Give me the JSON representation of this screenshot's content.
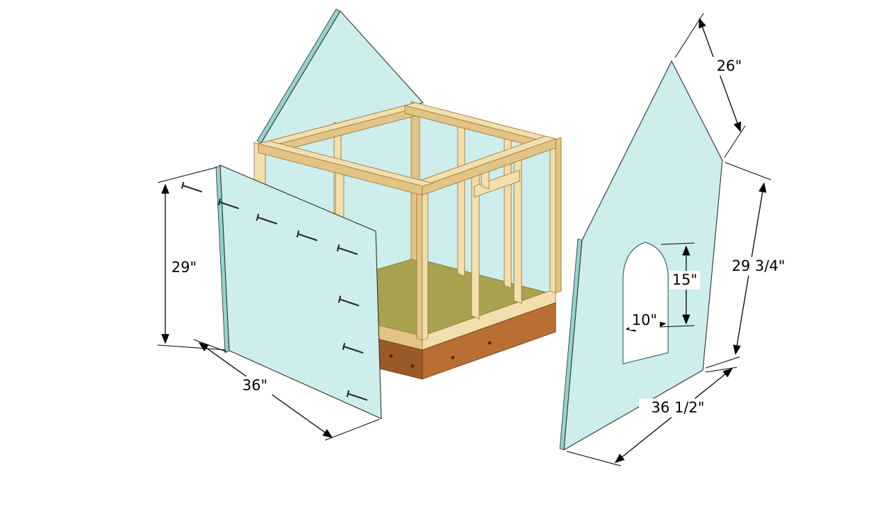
{
  "diagram": {
    "labels": {
      "side_panel_height": "29\"",
      "side_panel_width": "36\"",
      "gable_slope_length": "26\"",
      "front_panel_side_height": "29 3/4\"",
      "door_opening_height": "15\"",
      "door_opening_width": "10\"",
      "front_panel_width": "36 1/2\""
    },
    "colors": {
      "background": "#ffffff",
      "panel_fill": "#cdeeec",
      "panel_edge_fill": "#93d2cd",
      "panel_outline": "#2e2e2e",
      "wood_light": "#f2dfae",
      "wood_mid": "#e2c486",
      "wood_outline": "#a1793d",
      "floor_fill": "#a9a24e",
      "base_left_face": "#9a5a28",
      "base_right_face": "#b96f33",
      "dimension_color": "#000000"
    }
  }
}
